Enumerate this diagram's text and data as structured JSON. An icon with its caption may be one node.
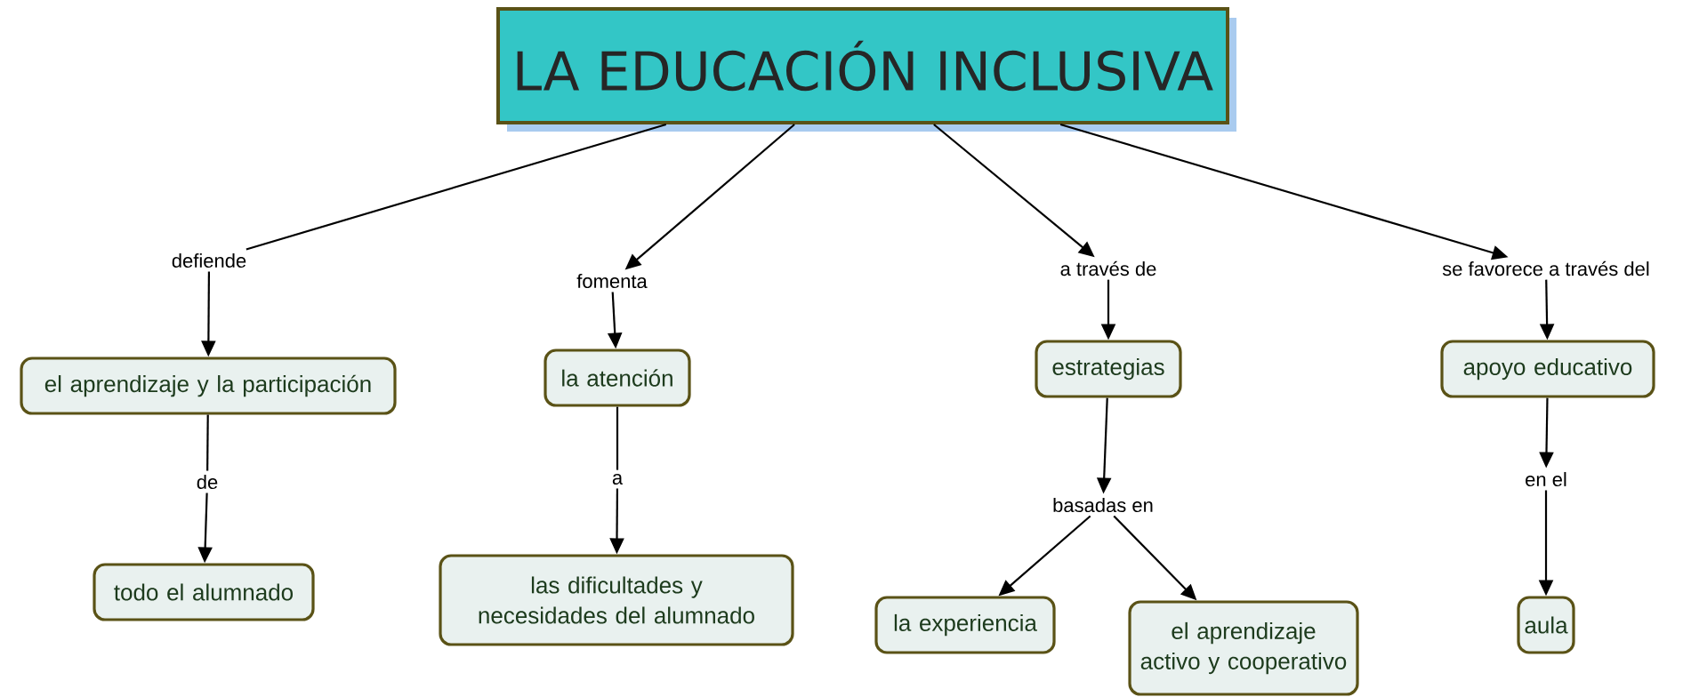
{
  "diagram": {
    "nodes": [
      {
        "text": [
          "LA EDUCACIÓN INCLUSIVA"
        ]
      },
      {
        "text": [
          "defiende"
        ]
      },
      {
        "text": [
          "fomenta"
        ]
      },
      {
        "text": [
          "a través de"
        ]
      },
      {
        "text": [
          "se favorece a través del"
        ]
      },
      {
        "text": [
          "el aprendizaje y la participación"
        ]
      },
      {
        "text": [
          "de"
        ]
      },
      {
        "text": [
          "todo el alumnado"
        ]
      },
      {
        "text": [
          "la atención"
        ]
      },
      {
        "text": [
          "a"
        ]
      },
      {
        "text": [
          "las dificultades y necesidades del alumnado"
        ]
      },
      {
        "text": [
          "estrategias"
        ]
      },
      {
        "text": [
          "basadas en"
        ]
      },
      {
        "text": [
          "la experiencia"
        ]
      },
      {
        "text": [
          "el aprendizaje activo y cooperativo"
        ]
      },
      {
        "text": [
          "apoyo educativo"
        ]
      },
      {
        "text": [
          "en el"
        ]
      },
      {
        "text": [
          "aula"
        ]
      }
    ],
    "edges": [
      {
        "from": 0,
        "to": 1,
        "arrow": "none"
      },
      {
        "from": 1,
        "to": 5,
        "arrow": "to"
      },
      {
        "from": 0,
        "to": 2,
        "arrow": "to"
      },
      {
        "from": 2,
        "to": 8,
        "arrow": "to"
      },
      {
        "from": 0,
        "to": 3,
        "arrow": "to"
      },
      {
        "from": 3,
        "to": 11,
        "arrow": "to"
      },
      {
        "from": 0,
        "to": 4,
        "arrow": "to"
      },
      {
        "from": 4,
        "to": 15,
        "arrow": "to"
      },
      {
        "from": 5,
        "to": 6,
        "arrow": "none"
      },
      {
        "from": 6,
        "to": 7,
        "arrow": "to"
      },
      {
        "from": 8,
        "to": 9,
        "arrow": "none"
      },
      {
        "from": 9,
        "to": 10,
        "arrow": "to"
      },
      {
        "from": 11,
        "to": 12,
        "arrow": "to"
      },
      {
        "from": 12,
        "to": 13,
        "arrow": "to"
      },
      {
        "from": 12,
        "to": 14,
        "arrow": "to"
      },
      {
        "from": 15,
        "to": 16,
        "arrow": "to"
      },
      {
        "from": 16,
        "to": 17,
        "arrow": "to"
      }
    ]
  }
}
